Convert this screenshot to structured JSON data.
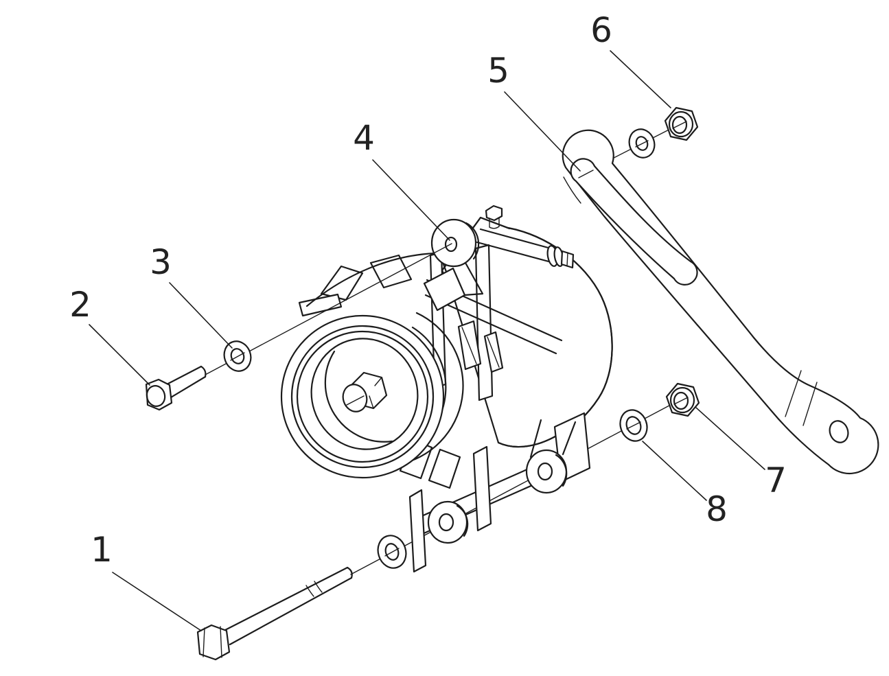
{
  "diagram": {
    "kind": "exploded-parts-line-drawing",
    "background_color": "#ffffff",
    "line_color": "#1c1c1c",
    "callouts": [
      {
        "number": "1",
        "part": "hex-bolt-long"
      },
      {
        "number": "2",
        "part": "hex-bolt-short"
      },
      {
        "number": "3",
        "part": "flat-washer"
      },
      {
        "number": "4",
        "part": "alternator-mounting-ear"
      },
      {
        "number": "5",
        "part": "adjusting-arm"
      },
      {
        "number": "6",
        "part": "hex-nut-upper"
      },
      {
        "number": "7",
        "part": "hex-nut-lower"
      },
      {
        "number": "8",
        "part": "flat-washer-lower"
      }
    ]
  }
}
